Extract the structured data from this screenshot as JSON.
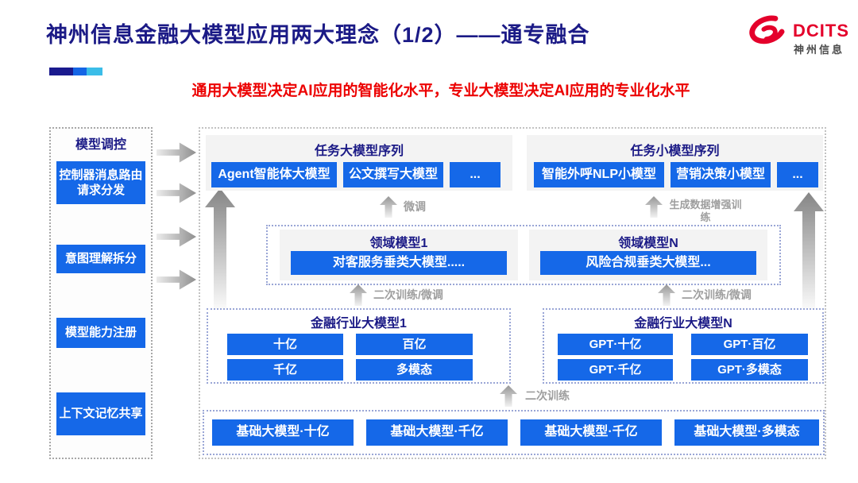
{
  "header": {
    "title": "神州信息金融大模型应用两大理念（1/2）——通专融合",
    "subtitle": "通用大模型决定AI应用的智能化水平，专业大模型决定AI应用的专业化水平",
    "logo": {
      "brand": "DCITS",
      "brand_cn": "神州信息"
    }
  },
  "sidebar": {
    "title": "模型调控",
    "items": [
      "控制器消息路由请求分发",
      "意图理解拆分",
      "模型能力注册",
      "上下文记忆共享"
    ]
  },
  "diagram": {
    "task_large": {
      "title": "任务大模型序列",
      "boxes": [
        "Agent智能体大模型",
        "公文撰写大模型",
        "..."
      ]
    },
    "task_small": {
      "title": "任务小模型序列",
      "boxes": [
        "智能外呼NLP小模型",
        "营销决策小模型",
        "..."
      ]
    },
    "labels": {
      "finetune": "微调",
      "augment": "生成数据增强训练",
      "retrain_finetune": "二次训练/微调",
      "retrain": "二次训练"
    },
    "domain": {
      "groups": [
        {
          "title": "领域模型1",
          "box": "对客服务垂类大模型....."
        },
        {
          "title": "领域模型N",
          "box": "风险合规垂类大模型..."
        }
      ]
    },
    "industry": {
      "groups": [
        {
          "title": "金融行业大模型1",
          "boxes": [
            "十亿",
            "百亿",
            "千亿",
            "多模态"
          ]
        },
        {
          "title": "金融行业大模型N",
          "boxes": [
            "GPT·十亿",
            "GPT·百亿",
            "GPT·千亿",
            "GPT·多模态"
          ]
        }
      ]
    },
    "base": {
      "boxes": [
        "基础大模型·十亿",
        "基础大模型·千亿",
        "基础大模型·千亿",
        "基础大模型·多模态"
      ]
    }
  },
  "colors": {
    "navy_text": "#1b1a86",
    "box_blue": "#1568e8",
    "subtitle_red": "#ec0000",
    "logo_red": "#e4002b",
    "accent_bar": [
      "#1a1a8e",
      "#1565e5",
      "#3bbde8"
    ],
    "gray_label": "#9e9e9e",
    "panel_gray": "#f3f3f3"
  }
}
